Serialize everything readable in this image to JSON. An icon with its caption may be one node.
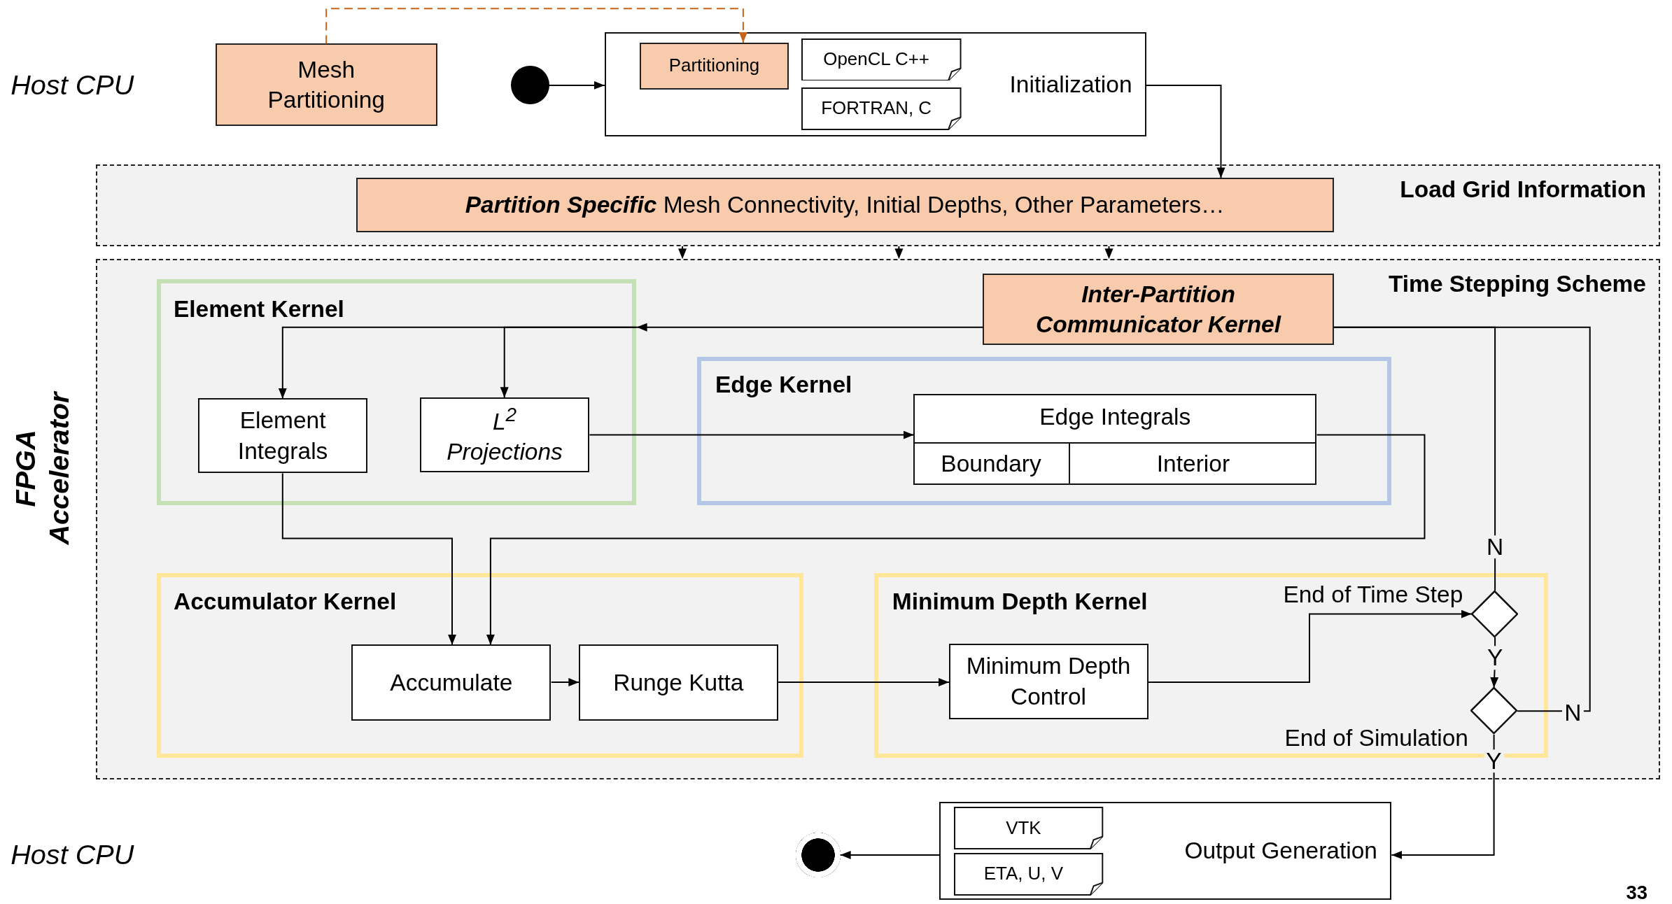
{
  "diagram": {
    "nodes": [
      {
        "text": [
          "Mesh Partitioning"
        ]
      },
      {
        "text": [],
        "shape": "circle"
      },
      {
        "text": [
          "Initialization"
        ]
      },
      {
        "text": [
          "Partitioning"
        ],
        "in": 2
      },
      {
        "text": [
          "OpenCL C++"
        ],
        "in": 2
      },
      {
        "text": [
          "FORTRAN, C"
        ],
        "in": 2
      },
      {
        "text": [
          "Load Grid Information"
        ]
      },
      {
        "text": [
          "**Partition Specific** Mesh Connectivity, Initial Depths, Other Parameters…"
        ],
        "in": 6
      },
      {
        "text": [
          "Time Stepping Scheme"
        ]
      },
      {
        "text": [
          "Element Kernel"
        ],
        "in": 8
      },
      {
        "text": [
          "Element Integrals"
        ],
        "in": 9
      },
      {
        "text": [
          "L$^{2}$ Projections"
        ],
        "in": 9
      },
      {
        "text": [
          "Inter-Partition Communicator Kernel"
        ],
        "in": 8
      },
      {
        "text": [
          "Edge Kernel"
        ],
        "in": 8
      },
      {
        "text": [
          "Edge Integrals"
        ],
        "in": 13
      },
      {
        "text": [
          "Boundary"
        ],
        "in": 14
      },
      {
        "text": [
          "Interior"
        ],
        "in": 14
      },
      {
        "text": [
          "Accumulator Kernel"
        ],
        "in": 8
      },
      {
        "text": [
          "Accumulate"
        ],
        "in": 17
      },
      {
        "text": [
          "Runge Kutta"
        ],
        "in": 17
      },
      {
        "text": [
          "Minimum Depth Kernel"
        ],
        "in": 8
      },
      {
        "text": [
          "Minimum Depth Control"
        ],
        "in": 20
      },
      {
        "text": [],
        "shape": "diamond",
        "beside": [
          "End of Time Step"
        ],
        "in": 20
      },
      {
        "text": [],
        "shape": "diamond",
        "beside": [
          "End of Simulation"
        ],
        "in": 20
      },
      {
        "text": [
          "Output Generation"
        ]
      },
      {
        "text": [
          "VTK"
        ],
        "in": 24
      },
      {
        "text": [
          "ETA, U, V"
        ],
        "in": 24
      },
      {
        "text": [],
        "shape": "circle"
      }
    ],
    "edges": [
      {
        "from": 0,
        "to": 3,
        "arrow": "to",
        "style": "dashed",
        "color": "#c5651b"
      },
      {
        "from": 1,
        "to": 2,
        "arrow": "to"
      },
      {
        "from": 2,
        "to": 7,
        "arrow": "to"
      },
      {
        "from": 6,
        "to": 8,
        "arrow": "to",
        "style": "dashed"
      },
      {
        "from": 6,
        "to": 8,
        "arrow": "to",
        "style": "dashed"
      },
      {
        "from": 6,
        "to": 8,
        "arrow": "to",
        "style": "dashed"
      },
      {
        "from": 12,
        "to": 9,
        "arrow": "to"
      },
      {
        "from": 9,
        "to": 10,
        "arrow": "to"
      },
      {
        "from": 9,
        "to": 11,
        "arrow": "to"
      },
      {
        "from": 11,
        "to": 14,
        "arrow": "to"
      },
      {
        "from": 14,
        "to": 18,
        "arrow": "to"
      },
      {
        "from": 10,
        "to": 18,
        "arrow": "to"
      },
      {
        "from": 18,
        "to": 19,
        "arrow": "to"
      },
      {
        "from": 19,
        "to": 21,
        "arrow": "to"
      },
      {
        "from": 21,
        "to": 22,
        "arrow": "to"
      },
      {
        "from": 22,
        "to": 12,
        "arrow": "none",
        "label": "N"
      },
      {
        "from": 22,
        "to": 23,
        "arrow": "to",
        "label": "Y"
      },
      {
        "from": 23,
        "to": 12,
        "arrow": "none",
        "label": "N"
      },
      {
        "from": 23,
        "to": 24,
        "arrow": "to",
        "label": "Y"
      },
      {
        "from": 24,
        "to": 27,
        "arrow": "to"
      }
    ],
    "labels": [
      "Host CPU",
      "FPGA Accelerator",
      "Host CPU",
      "33"
    ]
  }
}
